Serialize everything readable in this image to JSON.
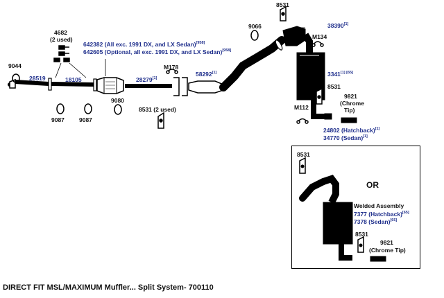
{
  "caption": "DIRECT FIT MSL/MAXIMUM Muffler... Split System- 700110",
  "parts": {
    "p9044": "9044",
    "p28519": "28519",
    "p18105": "18105",
    "p4682": "4682",
    "p4682_note": "(2 used)",
    "p642382": "642382 (All exc. 1991 DX, and LX Sedan)",
    "p642382_ref": "[958]",
    "p642605": "642605 (Optional, all exc. 1991 DX, and LX Sedan)",
    "p642605_ref": "[958]",
    "p9087a": "9087",
    "p9087b": "9087",
    "p9080": "9080",
    "p28279": "28279",
    "p28279_ref": "[1]",
    "pM178": "M178",
    "p58292": "58292",
    "p58292_ref": "[1]",
    "p8531_2used": "8531 (2 used)",
    "p9066": "9066",
    "p8531_top": "8531",
    "p38390": "38390",
    "p38390_ref": "[1]",
    "pM134": "M134",
    "p3341": "3341",
    "p3341_ref": "[1] [65]",
    "p8531_mid": "8531",
    "p9821": "9821",
    "p9821_note": "(Chrome",
    "p9821_note2": "Tip)",
    "pM112": "M112",
    "p24802": "24802 (Hatchback)",
    "p24802_ref": "[1]",
    "p34770": "34770 (Sedan)",
    "p34770_ref": "[1]"
  },
  "inset": {
    "p8531_a": "8531",
    "or": "OR",
    "welded": "Welded Assembly",
    "p7377": "7377 (Hatchback)",
    "p7377_ref": "[65]",
    "p7378": "7378 (Sedan)",
    "p7378_ref": "[65]",
    "p8531_b": "8531",
    "p9821": "9821",
    "p9821_note": "(Chrome Tip)"
  },
  "colors": {
    "ink": "#111111",
    "part_blue": "#1f2f8c"
  }
}
